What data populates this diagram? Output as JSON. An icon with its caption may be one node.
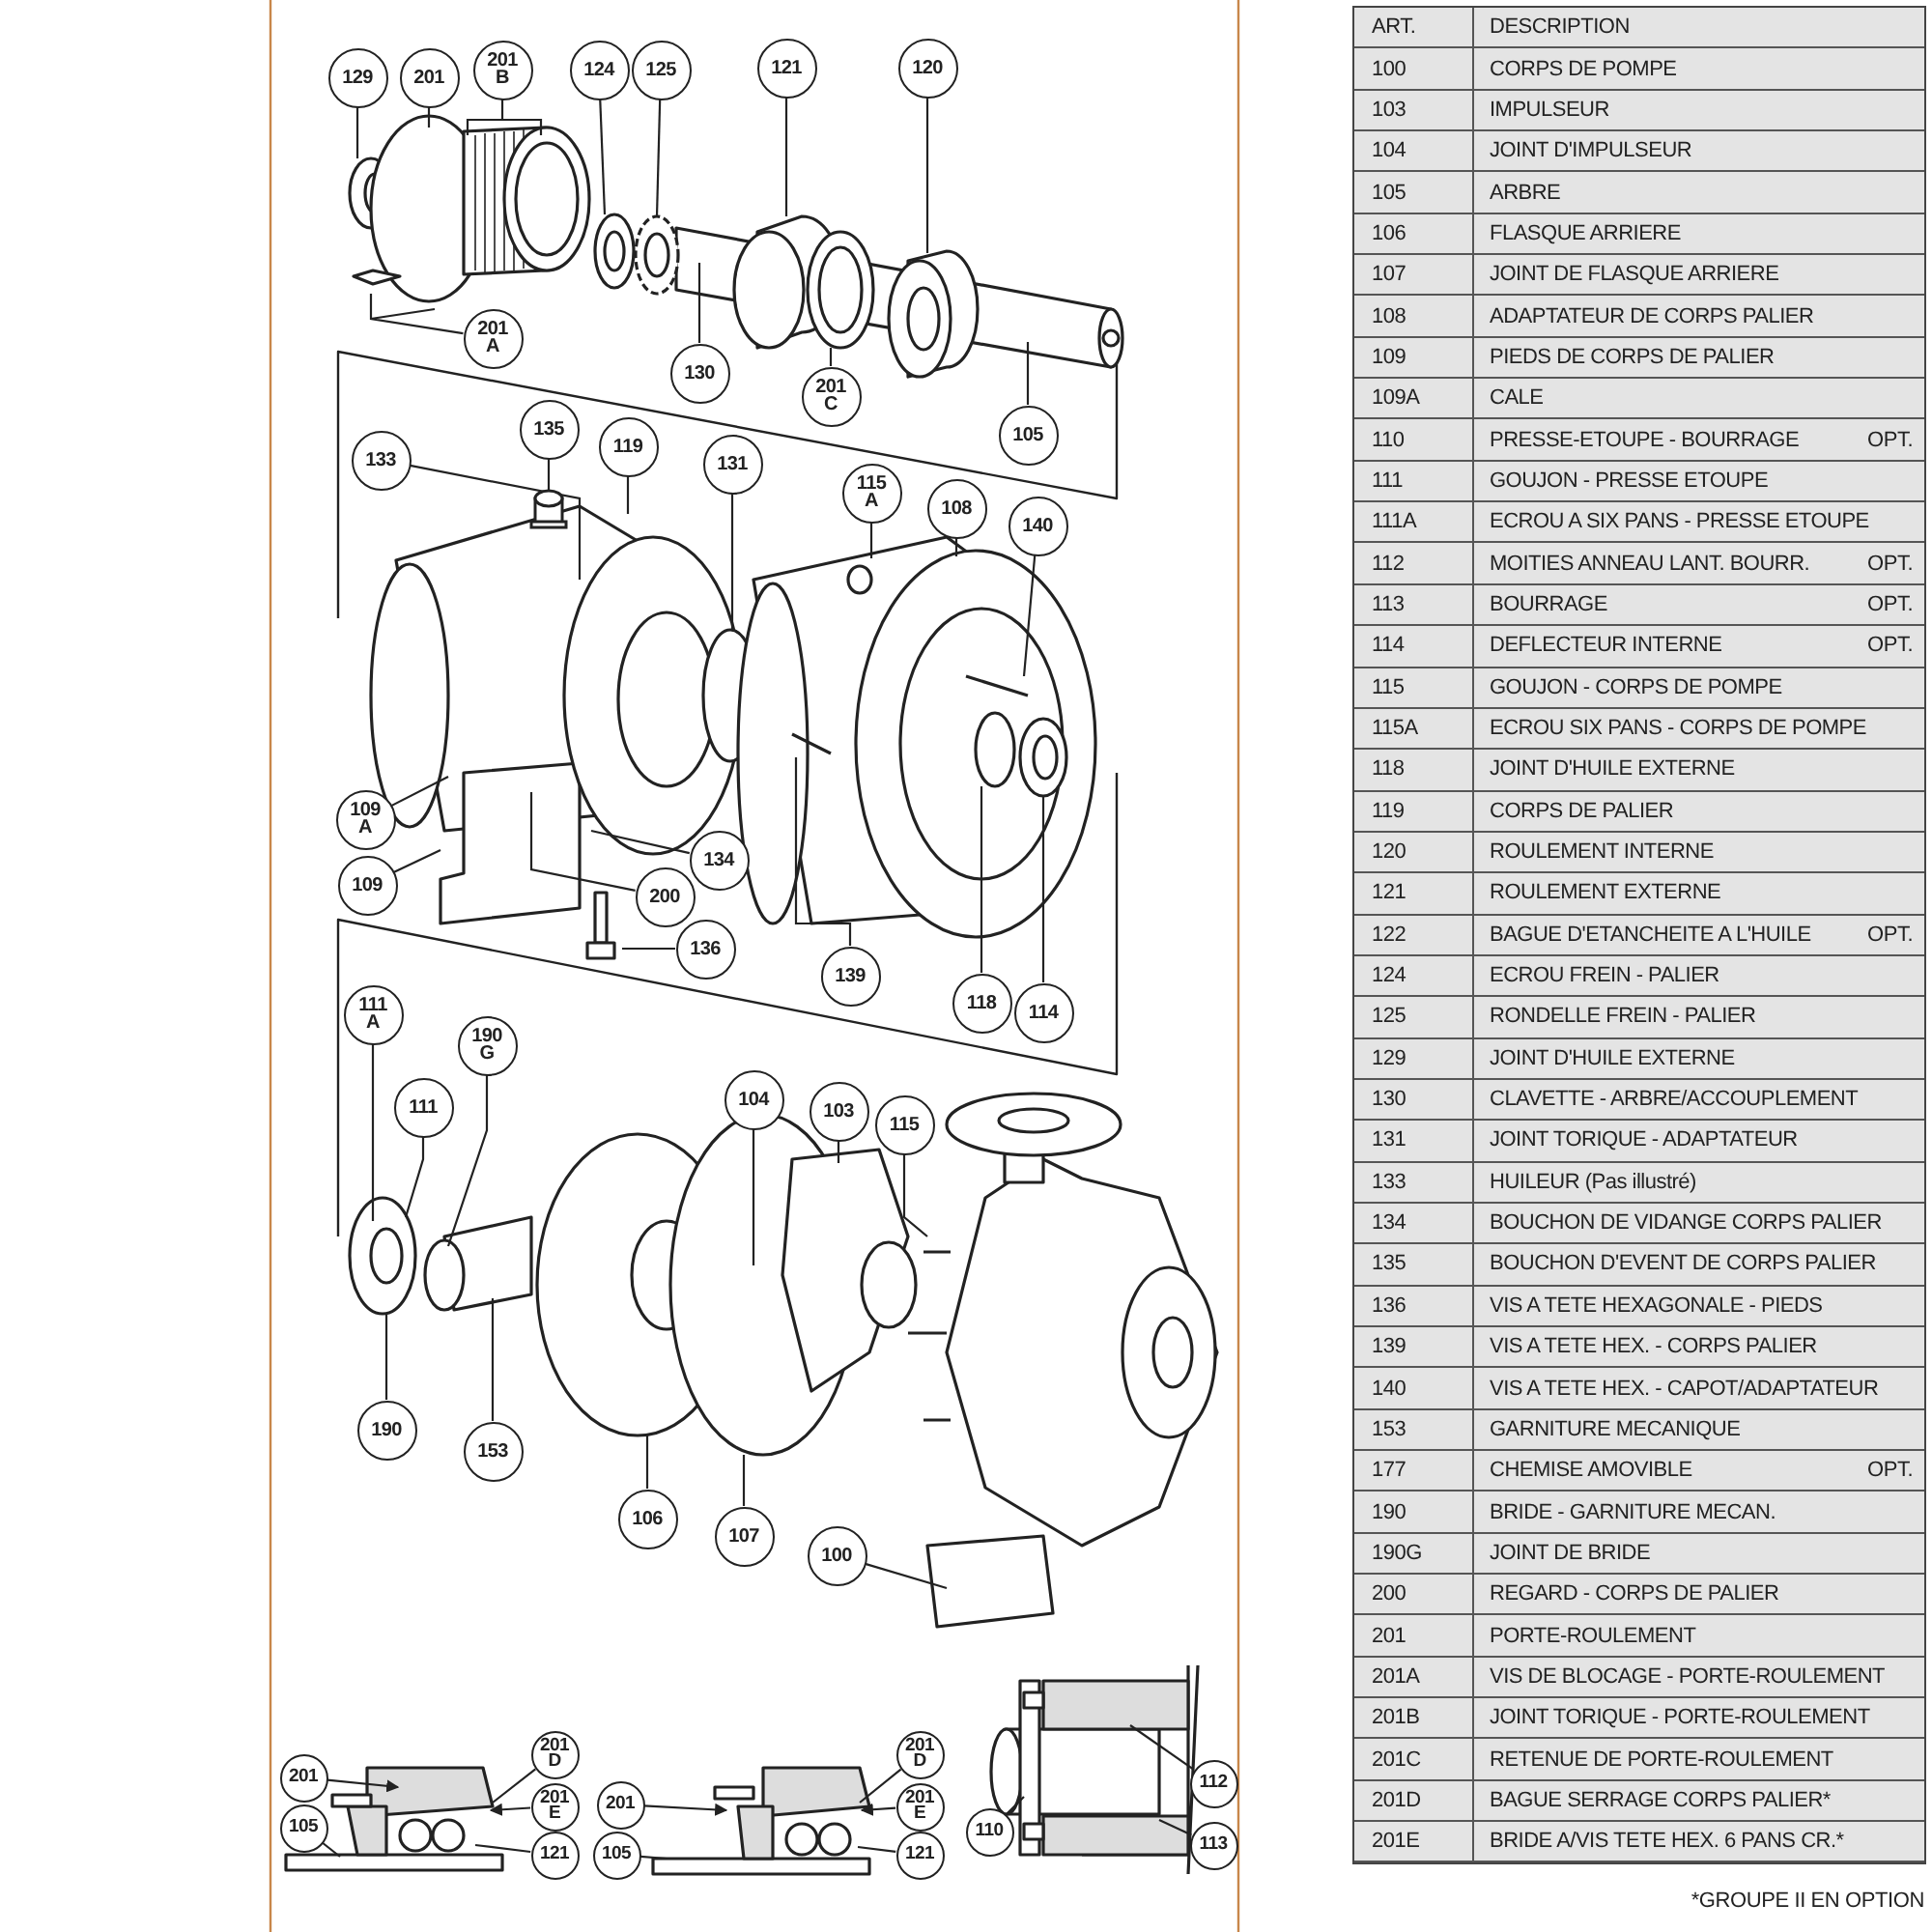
{
  "diagram": {
    "nodes": [
      {
        "text": [
          "129"
        ]
      },
      {
        "text": [
          "201"
        ]
      },
      {
        "text": [
          "201 B"
        ]
      },
      {
        "text": [
          "124"
        ]
      },
      {
        "text": [
          "125"
        ]
      },
      {
        "text": [
          "121"
        ]
      },
      {
        "text": [
          "120"
        ]
      },
      {
        "text": [
          "201 A"
        ]
      },
      {
        "text": [
          "130"
        ]
      },
      {
        "text": [
          "201 C"
        ]
      },
      {
        "text": [
          "105"
        ]
      },
      {
        "text": [
          "133"
        ]
      },
      {
        "text": [
          "135"
        ]
      },
      {
        "text": [
          "119"
        ]
      },
      {
        "text": [
          "131"
        ]
      },
      {
        "text": [
          "115 A"
        ]
      },
      {
        "text": [
          "108"
        ]
      },
      {
        "text": [
          "140"
        ]
      },
      {
        "text": [
          "109 A"
        ]
      },
      {
        "text": [
          "109"
        ]
      },
      {
        "text": [
          "134"
        ]
      },
      {
        "text": [
          "200"
        ]
      },
      {
        "text": [
          "136"
        ]
      },
      {
        "text": [
          "139"
        ]
      },
      {
        "text": [
          "118"
        ]
      },
      {
        "text": [
          "114"
        ]
      },
      {
        "text": [
          "111 A"
        ]
      },
      {
        "text": [
          "190 G"
        ]
      },
      {
        "text": [
          "111"
        ]
      },
      {
        "text": [
          "104"
        ]
      },
      {
        "text": [
          "103"
        ]
      },
      {
        "text": [
          "115"
        ]
      },
      {
        "text": [
          "190"
        ]
      },
      {
        "text": [
          "153"
        ]
      },
      {
        "text": [
          "106"
        ]
      },
      {
        "text": [
          "107"
        ]
      },
      {
        "text": [
          "100"
        ]
      },
      {
        "text": [
          "201"
        ]
      },
      {
        "text": [
          "201 D"
        ]
      },
      {
        "text": [
          "105"
        ]
      },
      {
        "text": [
          "201 E"
        ]
      },
      {
        "text": [
          "121"
        ]
      },
      {
        "text": [
          "201"
        ]
      },
      {
        "text": [
          "201 D"
        ]
      },
      {
        "text": [
          "105"
        ]
      },
      {
        "text": [
          "201 E"
        ]
      },
      {
        "text": [
          "121"
        ]
      },
      {
        "text": [
          "112"
        ]
      },
      {
        "text": [
          "110"
        ]
      },
      {
        "text": [
          "113"
        ]
      },
      {
        "text": [],
        "shape": "box"
      }
    ],
    "edges": [
      {
        "from": 0,
        "to": null,
        "arrow": "none"
      },
      {
        "from": 1,
        "to": null,
        "arrow": "none"
      },
      {
        "from": 2,
        "to": null,
        "arrow": "none"
      },
      {
        "from": 3,
        "to": null,
        "arrow": "none"
      },
      {
        "from": 4,
        "to": null,
        "arrow": "none"
      },
      {
        "from": 5,
        "to": null,
        "arrow": "none"
      },
      {
        "from": 6,
        "to": null,
        "arrow": "none"
      },
      {
        "from": 7,
        "to": null,
        "arrow": "none"
      },
      {
        "from": 8,
        "to": null,
        "arrow": "none"
      },
      {
        "from": 9,
        "to": null,
        "arrow": "none"
      },
      {
        "from": 10,
        "to": null,
        "arrow": "none"
      },
      {
        "from": 11,
        "to": null,
        "arrow": "none"
      },
      {
        "from": 12,
        "to": 50,
        "arrow": "none"
      },
      {
        "from": 13,
        "to": null,
        "arrow": "none"
      },
      {
        "from": 14,
        "to": null,
        "arrow": "none"
      },
      {
        "from": 15,
        "to": null,
        "arrow": "none"
      },
      {
        "from": 16,
        "to": null,
        "arrow": "none"
      },
      {
        "from": 17,
        "to": null,
        "arrow": "none"
      },
      {
        "from": 18,
        "to": null,
        "arrow": "none"
      },
      {
        "from": 19,
        "to": null,
        "arrow": "none"
      },
      {
        "from": 20,
        "to": null,
        "arrow": "none"
      },
      {
        "from": 21,
        "to": null,
        "arrow": "none"
      },
      {
        "from": 22,
        "to": null,
        "arrow": "none"
      },
      {
        "from": 23,
        "to": null,
        "arrow": "none"
      },
      {
        "from": 24,
        "to": null,
        "arrow": "none"
      },
      {
        "from": 25,
        "to": null,
        "arrow": "none"
      },
      {
        "from": 26,
        "to": null,
        "arrow": "none"
      },
      {
        "from": 27,
        "to": null,
        "arrow": "none"
      },
      {
        "from": 28,
        "to": null,
        "arrow": "none"
      },
      {
        "from": 29,
        "to": null,
        "arrow": "none"
      },
      {
        "from": 30,
        "to": null,
        "arrow": "none"
      },
      {
        "from": 31,
        "to": null,
        "arrow": "none"
      },
      {
        "from": 32,
        "to": null,
        "arrow": "none"
      },
      {
        "from": 33,
        "to": null,
        "arrow": "none"
      },
      {
        "from": 34,
        "to": null,
        "arrow": "none"
      },
      {
        "from": 35,
        "to": null,
        "arrow": "none"
      },
      {
        "from": 36,
        "to": null,
        "arrow": "none"
      },
      {
        "from": 37,
        "to": null,
        "arrow": "to"
      },
      {
        "from": 38,
        "to": null,
        "arrow": "none"
      },
      {
        "from": 39,
        "to": null,
        "arrow": "none"
      },
      {
        "from": 40,
        "to": null,
        "arrow": "to"
      },
      {
        "from": 41,
        "to": null,
        "arrow": "none"
      },
      {
        "from": 42,
        "to": null,
        "arrow": "to"
      },
      {
        "from": 43,
        "to": null,
        "arrow": "none"
      },
      {
        "from": 44,
        "to": null,
        "arrow": "none"
      },
      {
        "from": 45,
        "to": null,
        "arrow": "to"
      },
      {
        "from": 46,
        "to": null,
        "arrow": "none"
      },
      {
        "from": 47,
        "to": null,
        "arrow": "none"
      },
      {
        "from": 48,
        "to": null,
        "arrow": "none"
      },
      {
        "from": 49,
        "to": null,
        "arrow": "none"
      }
    ],
    "labels": [
      "ART.",
      "DESCRIPTION",
      "100",
      "CORPS DE POMPE",
      "103",
      "IMPULSEUR",
      "104",
      "JOINT D'IMPULSEUR",
      "105",
      "ARBRE",
      "106",
      "FLASQUE ARRIERE",
      "107",
      "JOINT DE FLASQUE ARRIERE",
      "108",
      "ADAPTATEUR DE CORPS PALIER",
      "109",
      "PIEDS DE CORPS DE PALIER",
      "109A",
      "CALE",
      "110",
      "PRESSE-ETOUPE - BOURRAGE",
      "OPT.",
      "111",
      "GOUJON - PRESSE ETOUPE",
      "111A",
      "ECROU A SIX PANS - PRESSE ETOUPE",
      "112",
      "MOITIES ANNEAU LANT. BOURR.",
      "OPT.",
      "113",
      "BOURRAGE",
      "OPT.",
      "114",
      "DEFLECTEUR INTERNE",
      "OPT.",
      "115",
      "GOUJON - CORPS DE POMPE",
      "115A",
      "ECROU SIX PANS - CORPS DE POMPE",
      "118",
      "JOINT D'HUILE EXTERNE",
      "119",
      "CORPS DE PALIER",
      "120",
      "ROULEMENT INTERNE",
      "121",
      "ROULEMENT EXTERNE",
      "122",
      "BAGUE D'ETANCHEITE A L'HUILE",
      "OPT.",
      "124",
      "ECROU FREIN - PALIER",
      "125",
      "RONDELLE FREIN - PALIER",
      "129",
      "JOINT D'HUILE EXTERNE",
      "130",
      "CLAVETTE - ARBRE/ACCOUPLEMENT",
      "131",
      "JOINT TORIQUE - ADAPTATEUR",
      "133",
      "HUILEUR (Pas illustré)",
      "134",
      "BOUCHON DE VIDANGE CORPS PALIER",
      "135",
      "BOUCHON D'EVENT DE CORPS PALIER",
      "136",
      "VIS A TETE HEXAGONALE - PIEDS",
      "139",
      "VIS A TETE HEX. - CORPS PALIER",
      "140",
      "VIS A TETE HEX. - CAPOT/ADAPTATEUR",
      "153",
      "GARNITURE MECANIQUE",
      "177",
      "CHEMISE AMOVIBLE",
      "OPT.",
      "190",
      "BRIDE - GARNITURE MECAN.",
      "190G",
      "JOINT DE BRIDE",
      "200",
      "REGARD - CORPS DE PALIER",
      "201",
      "PORTE-ROULEMENT",
      "201A",
      "VIS DE BLOCAGE - PORTE-ROULEMENT",
      "201B",
      "JOINT TORIQUE - PORTE-ROULEMENT",
      "201C",
      "RETENUE DE PORTE-ROULEMENT",
      "201D",
      "BAGUE SERRAGE CORPS PALIER*",
      "201E",
      "BRIDE A/VIS TETE HEX. 6 PANS CR.*",
      "*GROUPE II EN OPTION"
    ]
  }
}
